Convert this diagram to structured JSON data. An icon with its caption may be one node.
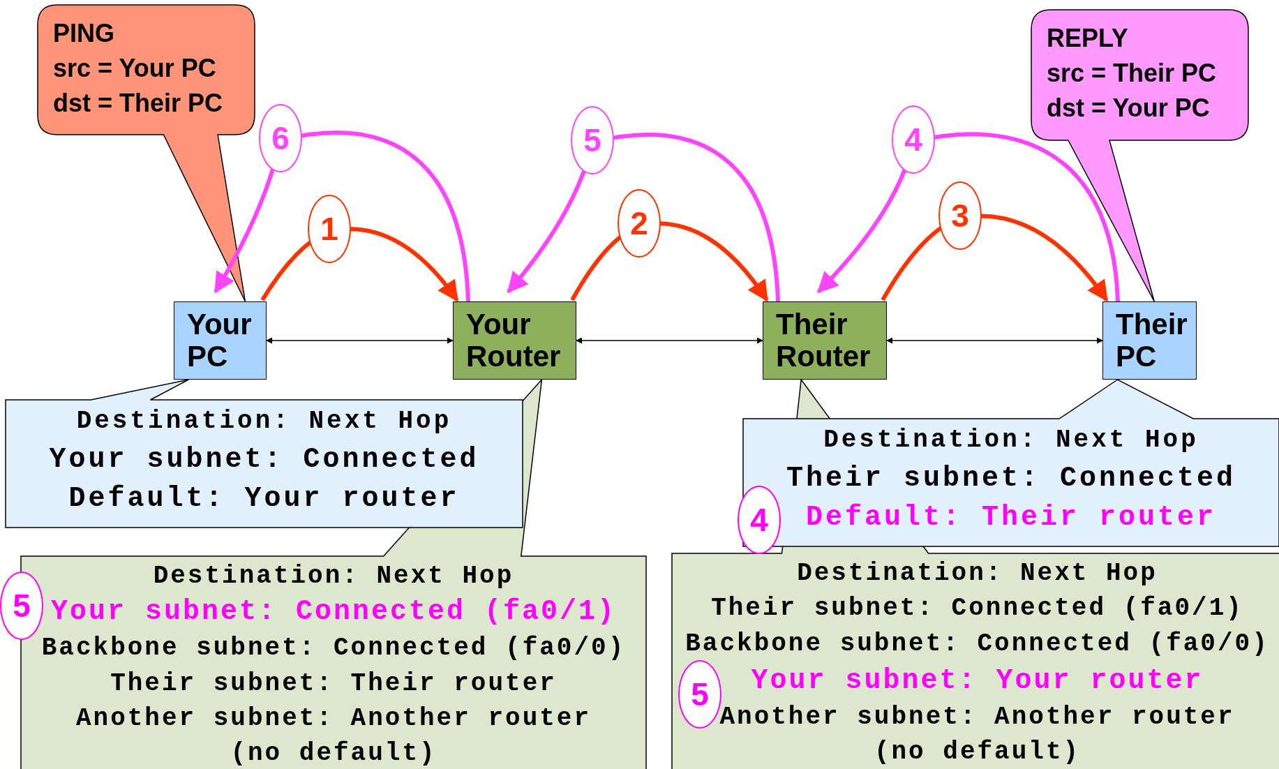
{
  "diagram": {
    "nodes": [
      {
        "text": [
          "PING",
          "src = Your PC",
          "dst = Their PC"
        ]
      },
      {
        "text": [
          "REPLY",
          "src = Their PC",
          "dst = Your PC"
        ]
      },
      {
        "text": [
          "Your PC"
        ]
      },
      {
        "text": [
          "Your Router"
        ]
      },
      {
        "text": [
          "Their Router"
        ]
      },
      {
        "text": [
          "Their PC"
        ]
      },
      {
        "text": [
          "Destination: Next Hop",
          "Your subnet: Connected",
          "Default: Your router"
        ]
      },
      {
        "text": [
          "Destination: Next Hop",
          "Your subnet: Connected (fa0/1)",
          "Backbone subnet: Connected (fa0/0)",
          "Their subnet: Their router",
          "Another subnet: Another router",
          "(no default)"
        ]
      },
      {
        "text": [
          "Destination: Next Hop",
          "Their subnet: Connected",
          "Default: Their router"
        ]
      },
      {
        "text": [
          "Destination: Next Hop",
          "Their subnet: Connected (fa0/1)",
          "Backbone subnet: Connected (fa0/0)",
          "Your subnet: Your router",
          "Another subnet: Another router",
          "(no default)"
        ]
      }
    ],
    "edges": [
      {
        "from": 2,
        "to": 3,
        "arrow": "both"
      },
      {
        "from": 3,
        "to": 4,
        "arrow": "both"
      },
      {
        "from": 4,
        "to": 5,
        "arrow": "both"
      },
      {
        "from": 2,
        "to": 3,
        "arrow": "to",
        "label": "1",
        "color": "#ff3300"
      },
      {
        "from": 3,
        "to": 4,
        "arrow": "to",
        "label": "2",
        "color": "#ff3300"
      },
      {
        "from": 4,
        "to": 5,
        "arrow": "to",
        "label": "3",
        "color": "#ff3300"
      },
      {
        "from": 5,
        "to": 4,
        "arrow": "to",
        "label": "4",
        "color": "#ff44ff"
      },
      {
        "from": 4,
        "to": 3,
        "arrow": "to",
        "label": "5",
        "color": "#ff44ff"
      },
      {
        "from": 3,
        "to": 2,
        "arrow": "to",
        "label": "6",
        "color": "#ff44ff"
      }
    ],
    "labels": [
      "5",
      "4",
      "5"
    ]
  }
}
